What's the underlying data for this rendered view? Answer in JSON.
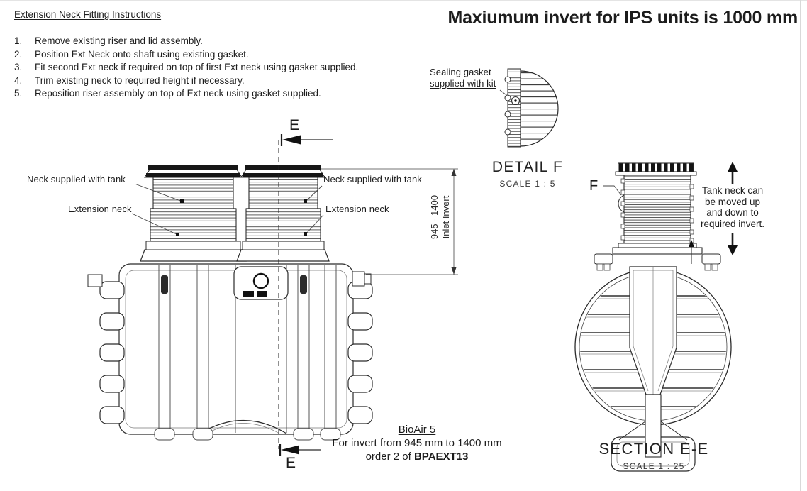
{
  "title_note": "Maxiumum invert for IPS units is 1000 mm",
  "instructions": {
    "heading": "Extension Neck Fitting Instructions",
    "steps": [
      {
        "num": "1.",
        "text": "Remove existing riser and lid assembly."
      },
      {
        "num": "2.",
        "text": "Position Ext Neck onto shaft using existing gasket."
      },
      {
        "num": "3.",
        "text": "Fit second Ext neck if required on top of first Ext neck using gasket supplied."
      },
      {
        "num": "4.",
        "text": "Trim existing neck to required height if necessary."
      },
      {
        "num": "5.",
        "text": "Reposition riser assembly on top of Ext neck using gasket supplied."
      }
    ]
  },
  "front_view": {
    "labels": {
      "neck_left": "Neck supplied with tank",
      "ext_left": "Extension neck",
      "neck_right": "Neck supplied with tank",
      "ext_right": "Extension neck"
    },
    "dimension": {
      "range": "945 - 1400",
      "label": "Inlet Invert"
    },
    "section_letter_top": "E",
    "section_letter_bottom": "E"
  },
  "detail_f": {
    "callout": {
      "line1": "Sealing gasket",
      "line2": "supplied with kit"
    },
    "title": "DETAIL F",
    "scale": "SCALE 1 : 5",
    "ref_letter": "F"
  },
  "section_ee": {
    "note": {
      "line1": "Tank neck can",
      "line2": "be moved up",
      "line3": "and down to",
      "line4": "required invert."
    },
    "title": "SECTION E-E",
    "scale": "SCALE 1 : 25"
  },
  "footer": {
    "product": "BioAir 5",
    "invert_line": "For invert from 945 mm to 1400 mm",
    "order_prefix": "order 2 of ",
    "part_number": "BPAEXT13"
  }
}
